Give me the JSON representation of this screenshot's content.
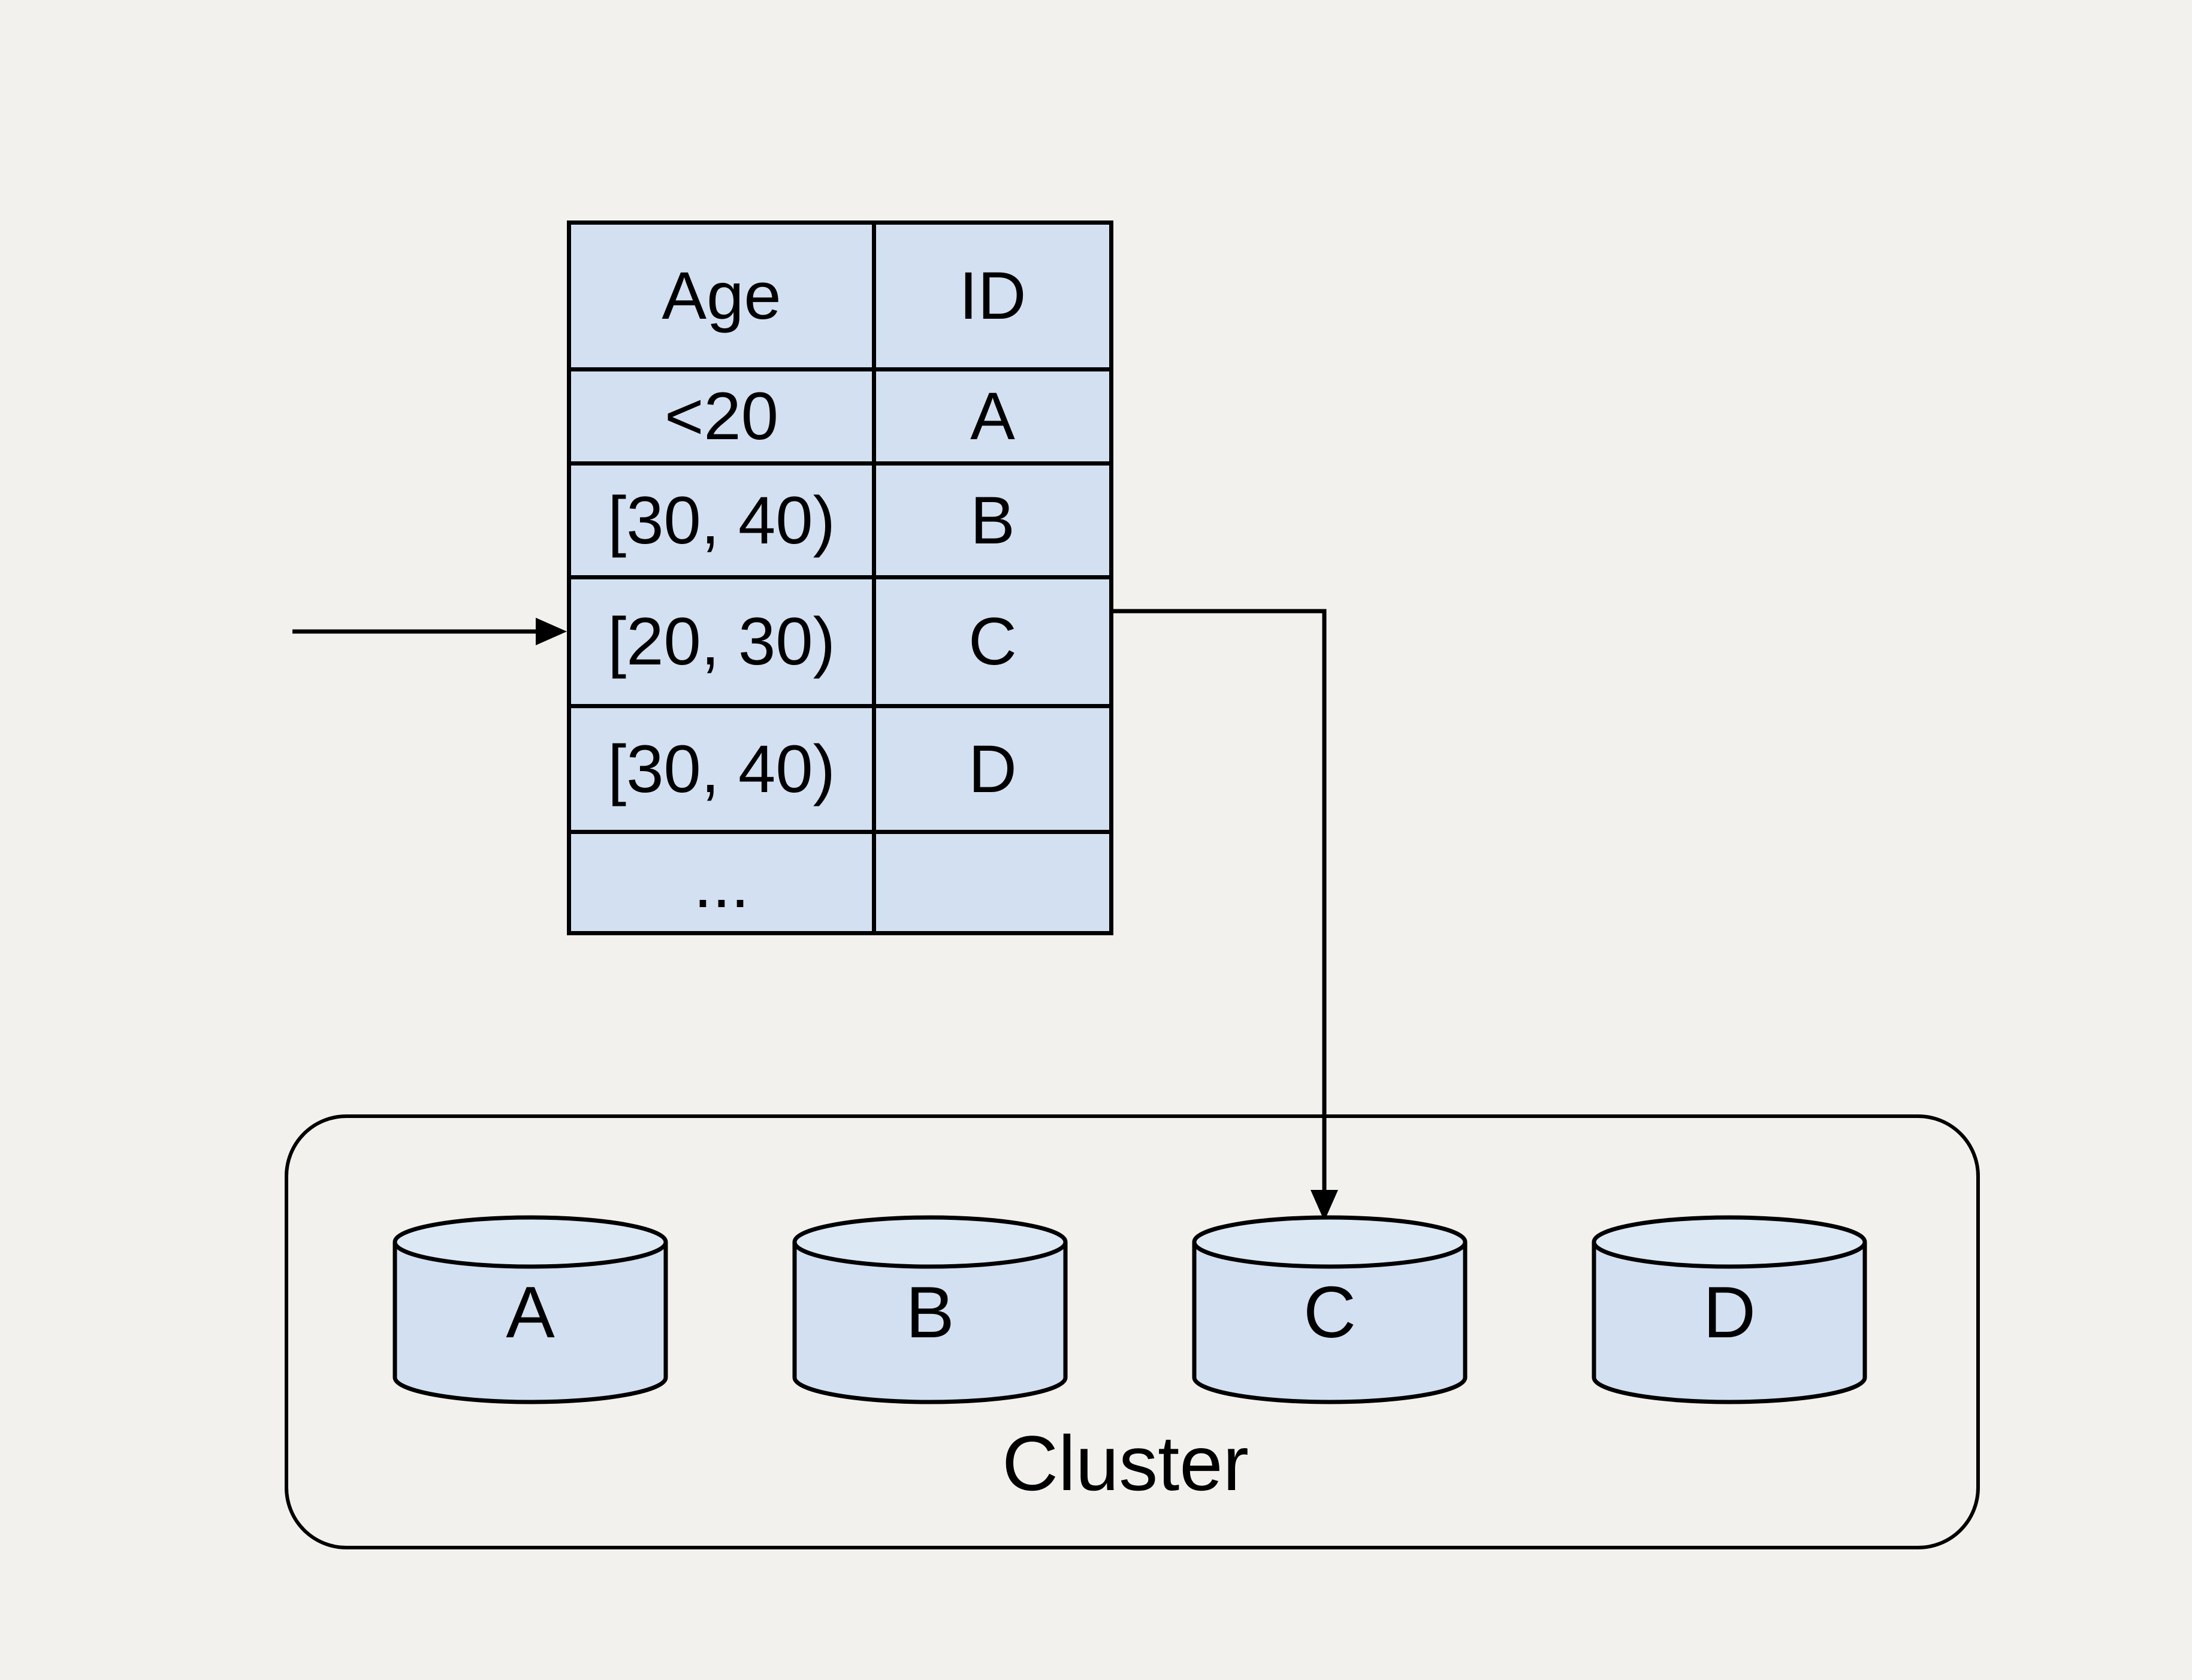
{
  "table": {
    "headers": {
      "age": "Age",
      "id": "ID"
    },
    "rows": [
      {
        "age": "<20",
        "id": "A"
      },
      {
        "age": "[30, 40)",
        "id": "B"
      },
      {
        "age": "[20, 30)",
        "id": "C"
      },
      {
        "age": "[30, 40)",
        "id": "D"
      },
      {
        "age": "...",
        "id": ""
      }
    ]
  },
  "cluster": {
    "label": "Cluster",
    "nodes": [
      "A",
      "B",
      "C",
      "D"
    ]
  },
  "colors": {
    "background": "#f3f1ed",
    "cell_fill": "#d3e0f1",
    "cylinder_body": "#d3e0f1",
    "cylinder_top": "#dde8f5",
    "stroke": "#000000"
  }
}
